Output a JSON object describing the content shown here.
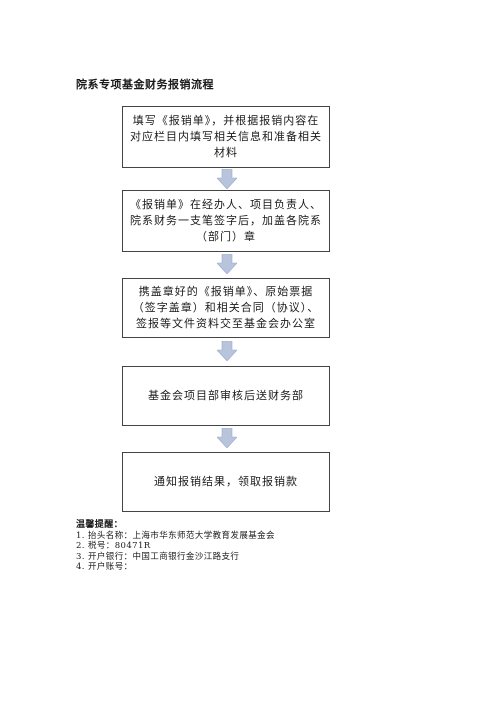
{
  "title": "院系专项基金财务报销流程",
  "steps": [
    "填写《报销单》，并根据报销内容在对应栏目内填写相关信息和准备相关材料",
    "《报销单》在经办人、项目负责人、院系财务一支笔签字后，加盖各院系（部门）章",
    "携盖章好的《报销单》、原始票据（签字盖章）和相关合同（协议）、签报等文件资料交至基金会办公室",
    "基金会项目部审核后送财务部",
    "通知报销结果，领取报销款"
  ],
  "notes": {
    "heading": "温馨提醒：",
    "items": [
      "1. 抬头名称：上海市华东师范大学教育发展基金会",
      "2. 税号：80471R",
      "3. 开户银行：中国工商银行金沙江路支行",
      "4. 开户账号："
    ]
  },
  "colors": {
    "arrow_fill": "#b7c4dc",
    "arrow_stroke": "#9aabc9",
    "box_border": "#444444"
  }
}
